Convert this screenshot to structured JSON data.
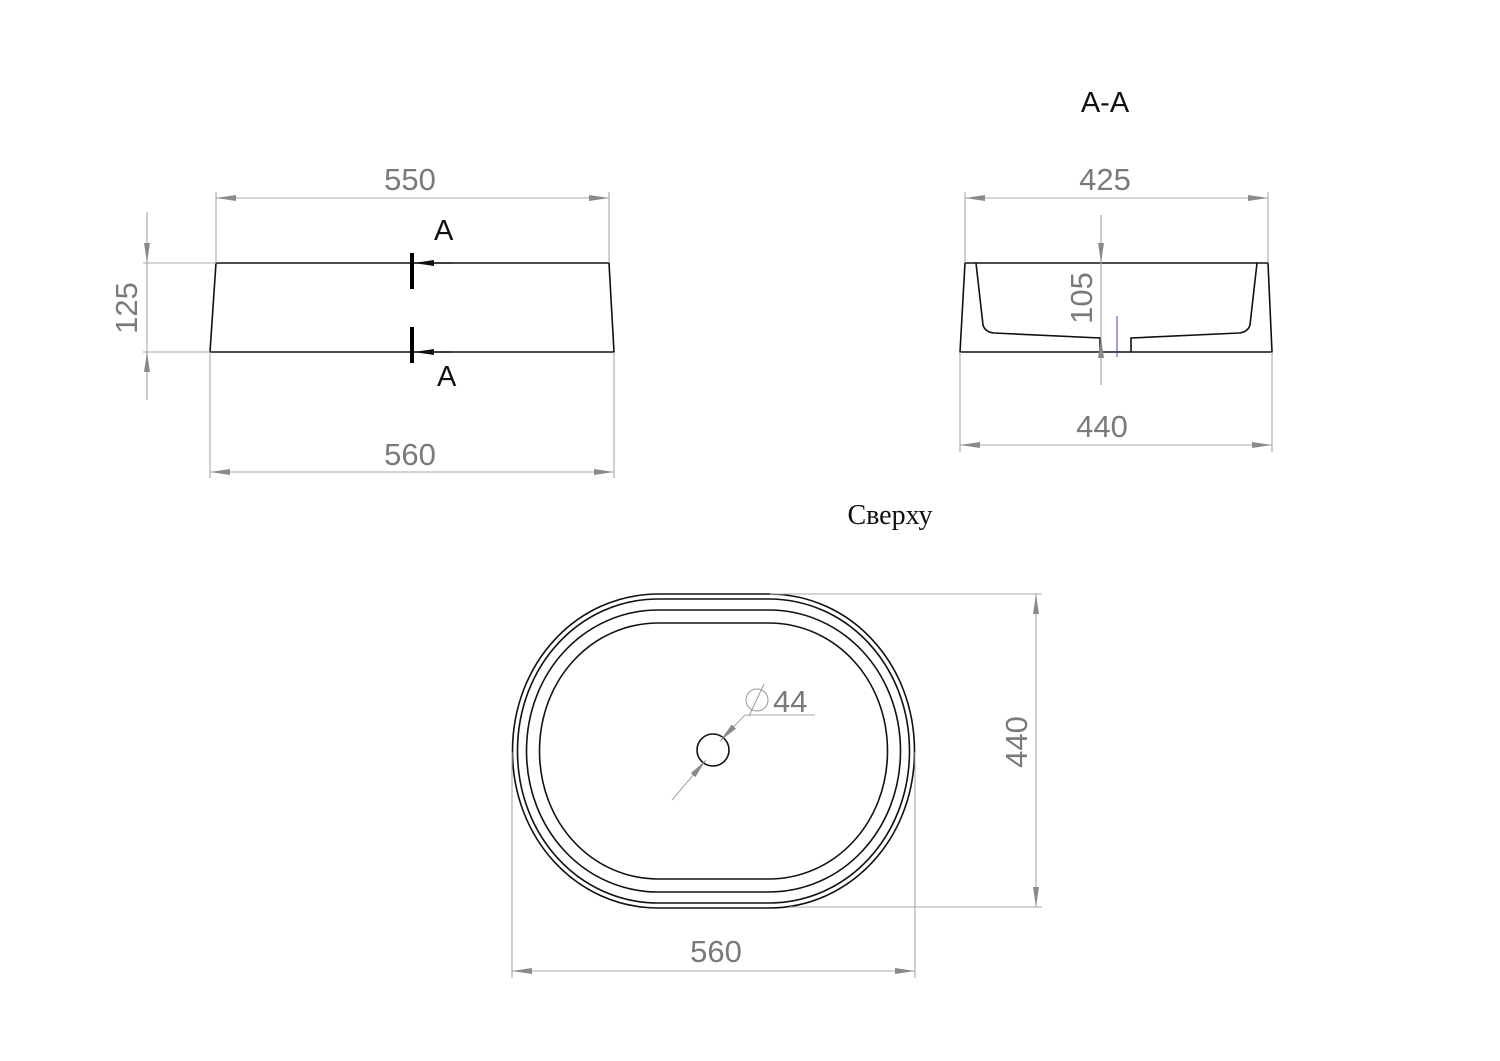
{
  "views": {
    "side": {
      "top_width": "550",
      "bottom_width": "560",
      "height": "125",
      "section_mark_top": "A",
      "section_mark_bottom": "A"
    },
    "section": {
      "title": "A-A",
      "top_width": "425",
      "bottom_width": "440",
      "depth": "105"
    },
    "top": {
      "title": "Сверху",
      "width": "560",
      "height": "440",
      "drain_diameter": "44"
    }
  },
  "colors": {
    "outline": "#111111",
    "dimension": "#7a7a7a",
    "marker": "#3b3bd6"
  }
}
